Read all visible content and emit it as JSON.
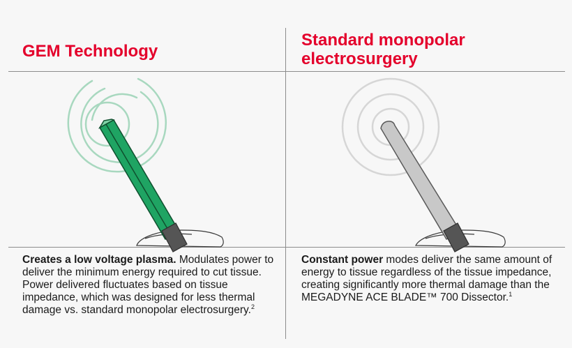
{
  "left_panel": {
    "title": "GEM Technology",
    "description_bold": "Creates a low voltage plasma.",
    "description_text": " Modulates power to deliver the minimum energy required to cut tissue. Power delivered fluctuates based on tissue impedance, which was designed for less thermal damage vs. standard monopolar electrosurgery.",
    "footnote": "2"
  },
  "right_panel": {
    "title": "Standard monopolar electrosurgery",
    "description_bold": "Constant power",
    "description_text": " modes deliver the same amount of energy to tissue regardless of the tissue impedance, creating significantly more thermal damage than the MEGADYNE ACE BLADE™ 700 Dissector.",
    "footnote": "1"
  },
  "colors": {
    "title_red": "#e4002b",
    "gem_instrument": "#1fa463",
    "gem_waves": "#a8d8bf",
    "standard_instrument": "#c8c8c8",
    "standard_waves": "#d6d6d6",
    "tip_dark": "#555555",
    "divider": "#8c8c8c"
  }
}
